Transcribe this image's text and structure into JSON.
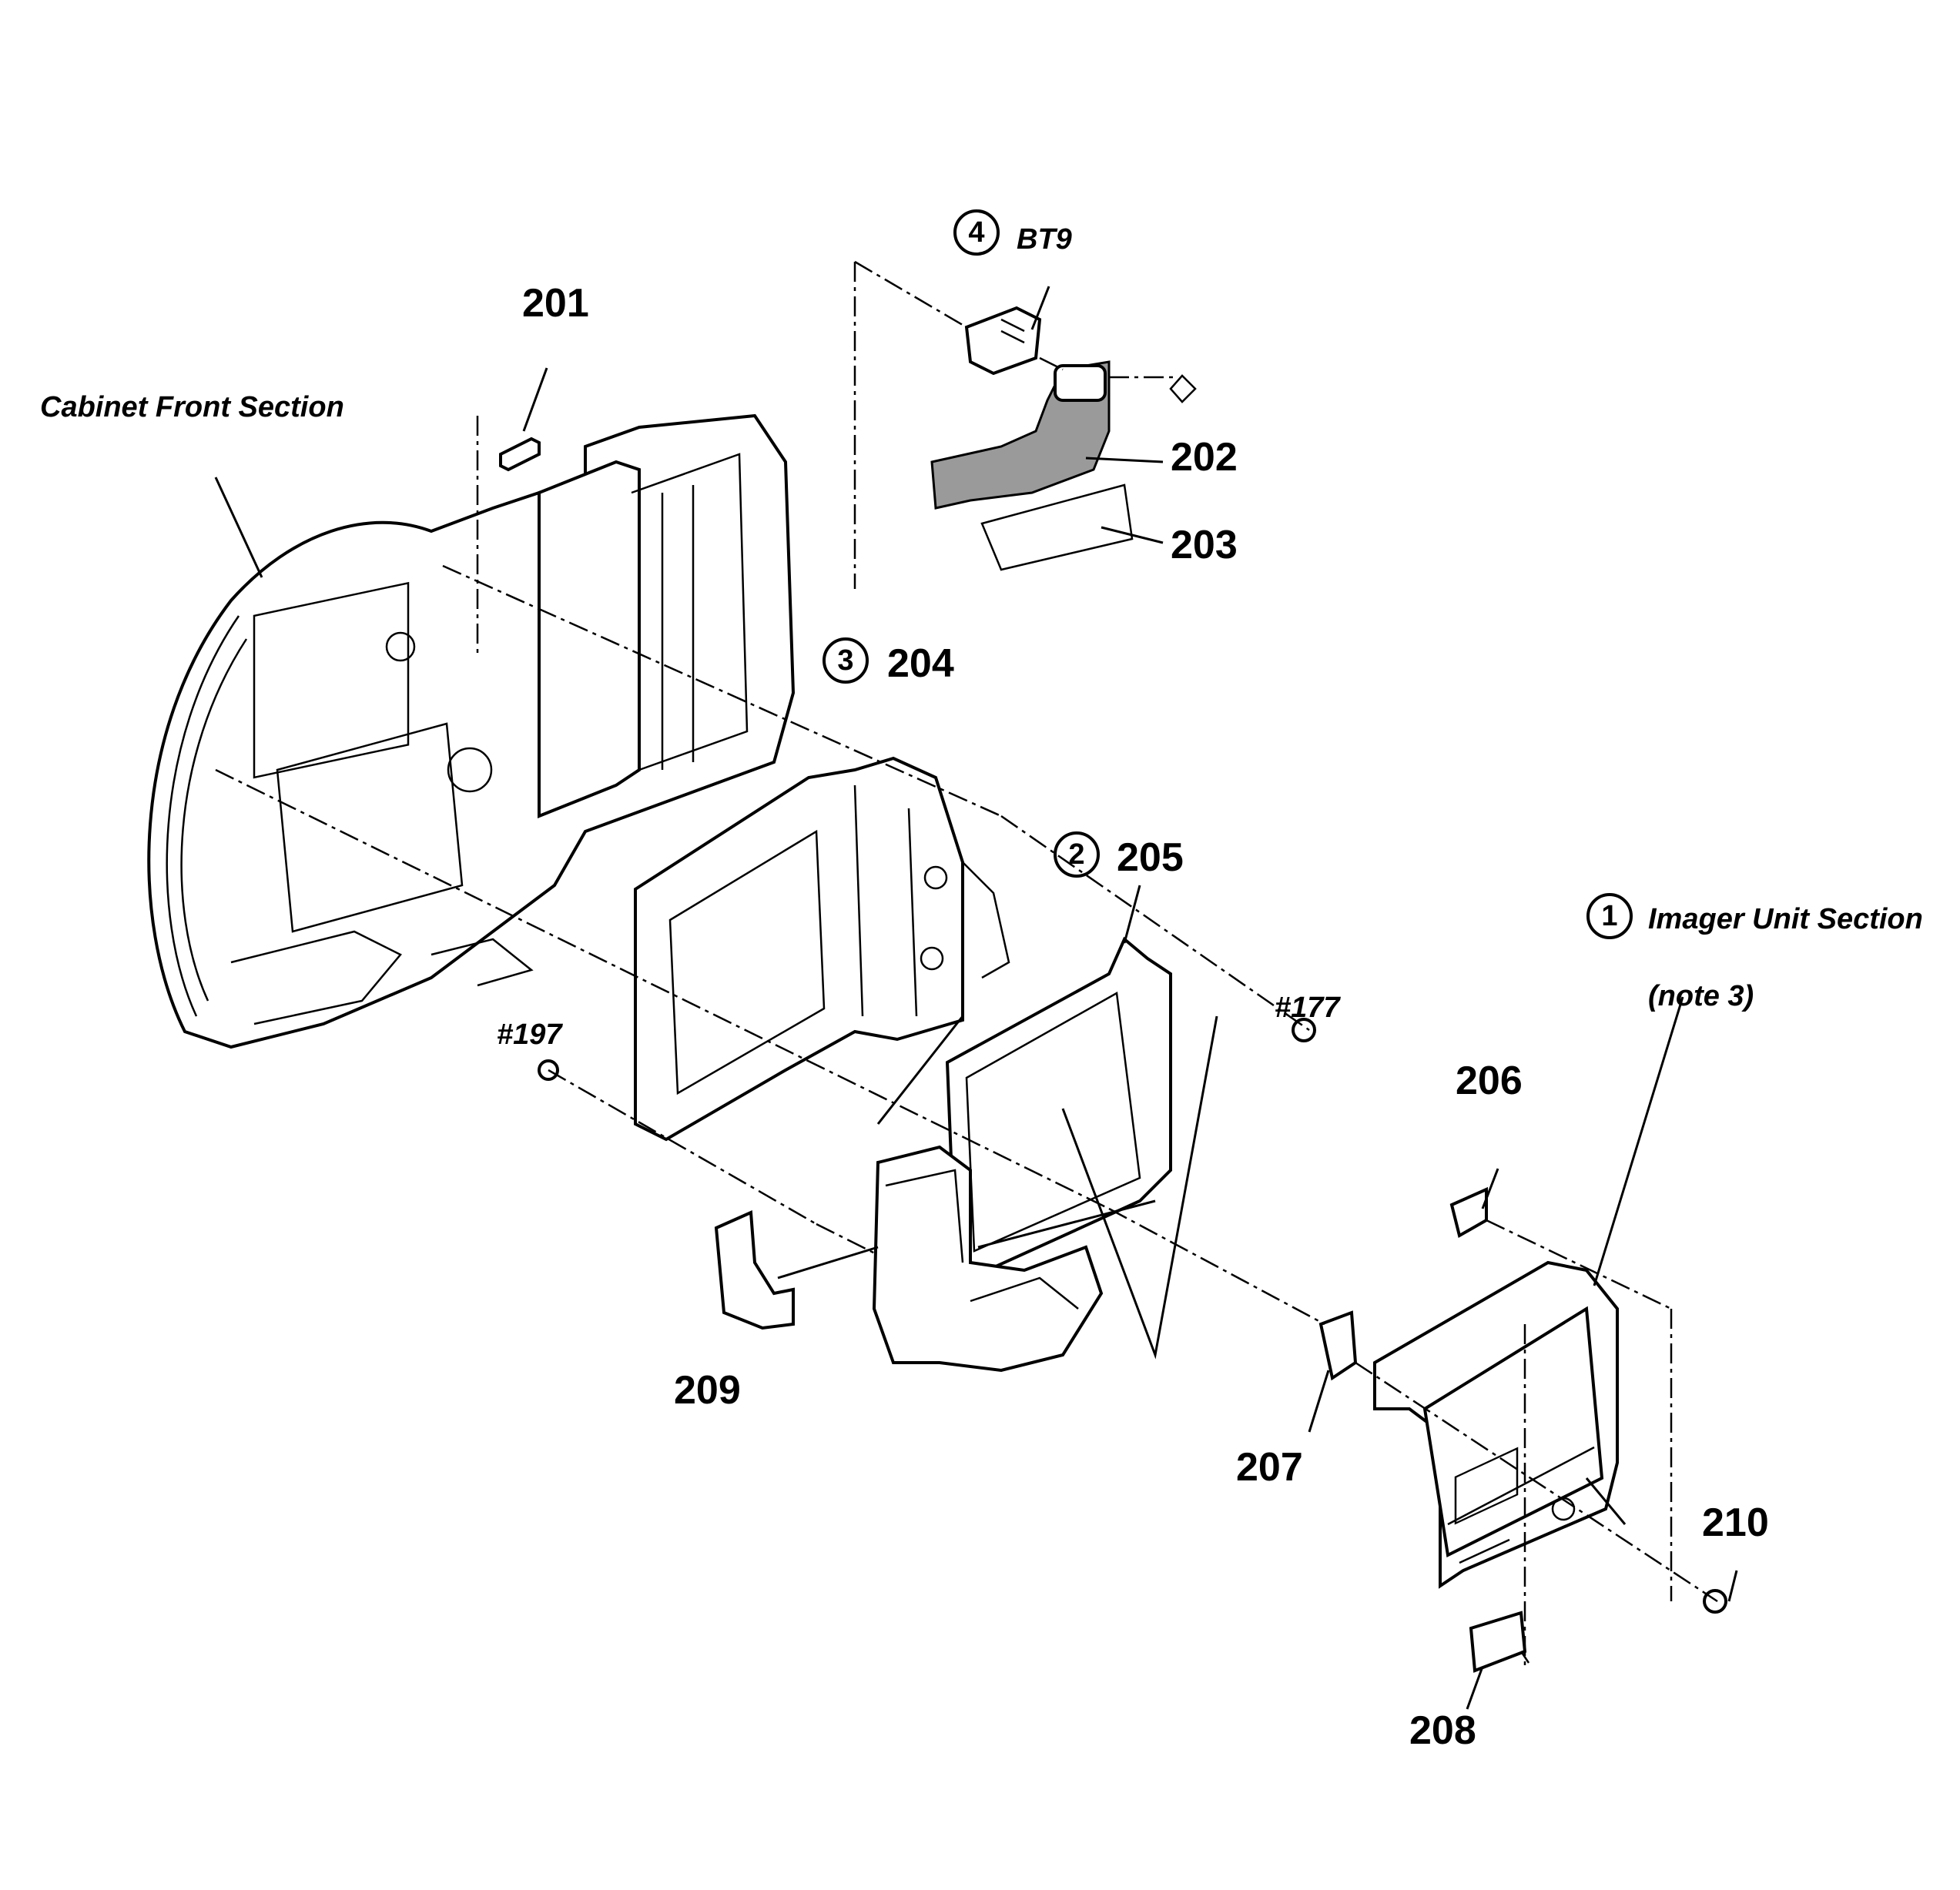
{
  "title_labels": {
    "cabinet_front": "Cabinet Front Section",
    "imager_unit": "Imager Unit Section",
    "note": "(note 3)",
    "bt9": "BT9"
  },
  "ref_circles": {
    "c1": "1",
    "c2": "2",
    "c3": "3",
    "c4": "4"
  },
  "parts": {
    "p201": "201",
    "p202": "202",
    "p203": "203",
    "p204": "204",
    "p205": "205",
    "p206": "206",
    "p207": "207",
    "p208": "208",
    "p209": "209",
    "p210": "210",
    "s177": "#177",
    "s197": "#197"
  }
}
